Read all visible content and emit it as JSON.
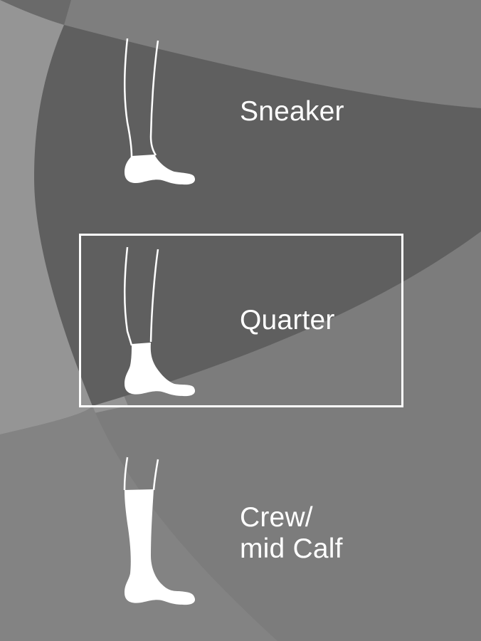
{
  "colors": {
    "bg_base": "#7c7c7c",
    "bg_dark": "#5f5f5f",
    "bg_light": "#949494",
    "bg_mid": "#818181",
    "bg_top": "#6a6a6a",
    "foreground": "#ffffff"
  },
  "options": [
    {
      "label": "Sneaker",
      "icon": "sneaker-sock-leg-icon",
      "selected": false
    },
    {
      "label": "Quarter",
      "icon": "quarter-sock-leg-icon",
      "selected": true
    },
    {
      "label_line1": "Crew/",
      "label_line2": "mid Calf",
      "icon": "crew-sock-leg-icon",
      "selected": false
    }
  ]
}
